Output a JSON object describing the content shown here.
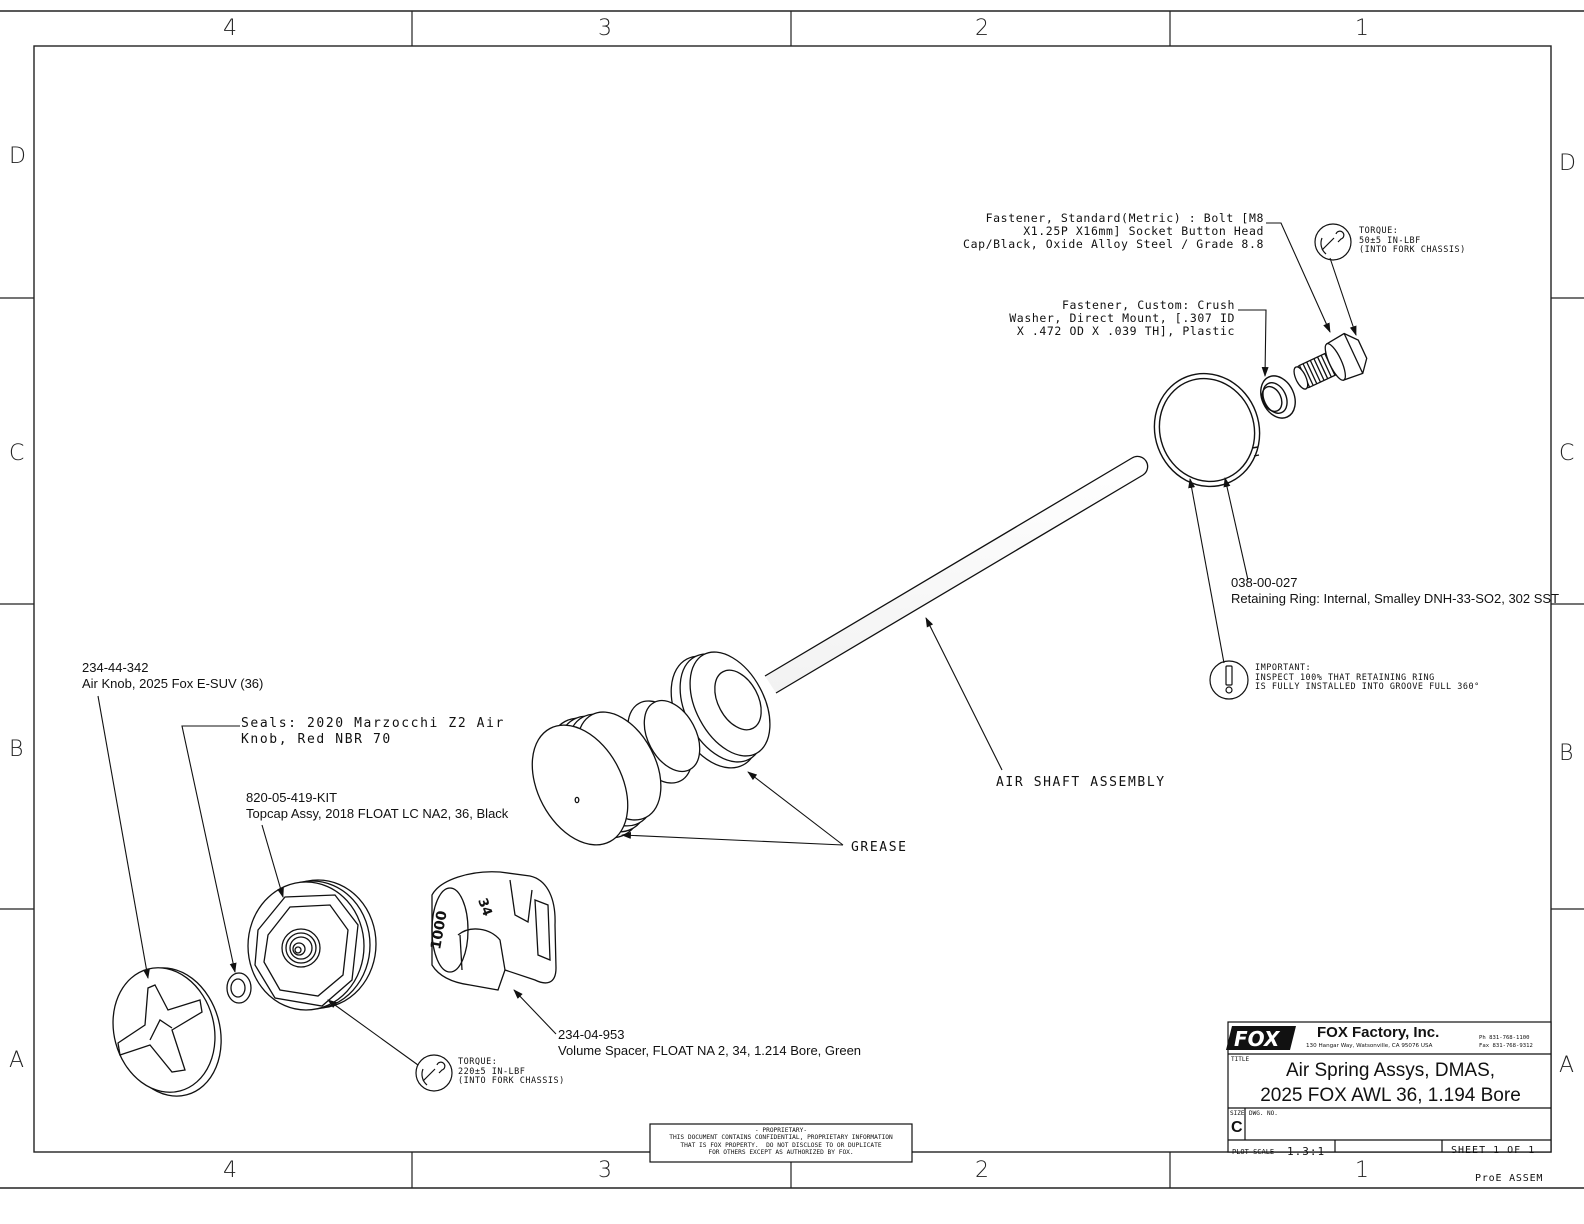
{
  "zones": {
    "columns": [
      "4",
      "3",
      "2",
      "1"
    ],
    "rows": [
      "D",
      "C",
      "B",
      "A"
    ]
  },
  "callouts": {
    "bolt": "Fastener, Standard(Metric) : Bolt [M8\nX1.25P X16mm] Socket Button Head\nCap/Black, Oxide Alloy Steel / Grade 8.8",
    "washer": "Fastener, Custom: Crush\nWasher, Direct Mount, [.307 ID\nX .472 OD X .039 TH], Plastic",
    "ring_part": "038-00-027",
    "ring_desc": "Retaining Ring: Internal, Smalley DNH-33-SO2, 302 SST",
    "important": "IMPORTANT:\nINSPECT 100% THAT RETAINING RING\nIS FULLY INSTALLED INTO GROOVE FULL 360°",
    "air_shaft": "AIR SHAFT ASSEMBLY",
    "grease": "GREASE",
    "knob_part": "234-44-342",
    "knob_desc": "Air Knob, 2025 Fox E-SUV (36)",
    "seals": "Seals: 2020 Marzocchi Z2 Air\nKnob, Red NBR 70",
    "topcap_part": "820-05-419-KIT",
    "topcap_desc": "Topcap Assy, 2018 FLOAT LC NA2, 36, Black",
    "spacer_part": "234-04-953",
    "spacer_desc": "Volume Spacer, FLOAT NA 2, 34, 1.214 Bore, Green",
    "torque_bolt": "TORQUE:\n50±5 IN-LBF\n(INTO FORK CHASSIS)",
    "torque_topcap": "TORQUE:\n220±5 IN-LBF\n(INTO FORK CHASSIS)"
  },
  "spacer_marking": "1000",
  "proprietary": "- PROPRIETARY-\nTHIS DOCUMENT CONTAINS CONFIDENTIAL, PROPRIETARY INFORMATION\nTHAT IS FOX PROPERTY.  DO NOT DISCLOSE TO OR DUPLICATE\nFOR OTHERS EXCEPT AS AUTHORIZED BY FOX.",
  "title_block": {
    "logo": "FOX",
    "company": "FOX Factory, Inc.",
    "address": "130 Hangar Way, Watsonville, CA 95076 USA",
    "phone": "Ph 831-768-1100",
    "fax": "Fax 831-768-9312",
    "title_label": "TITLE",
    "title_line1": "Air Spring Assys, DMAS,",
    "title_line2": "2025 FOX AWL 36, 1.194 Bore",
    "size_label": "SIZE",
    "size_value": "C",
    "dwg_label": "DWG. NO.",
    "plot_scale_label": "PLOT SCALE",
    "plot_scale_value": "1.3:1",
    "sheet": "SHEET 1 OF 1",
    "source": "ProE ASSEM"
  }
}
